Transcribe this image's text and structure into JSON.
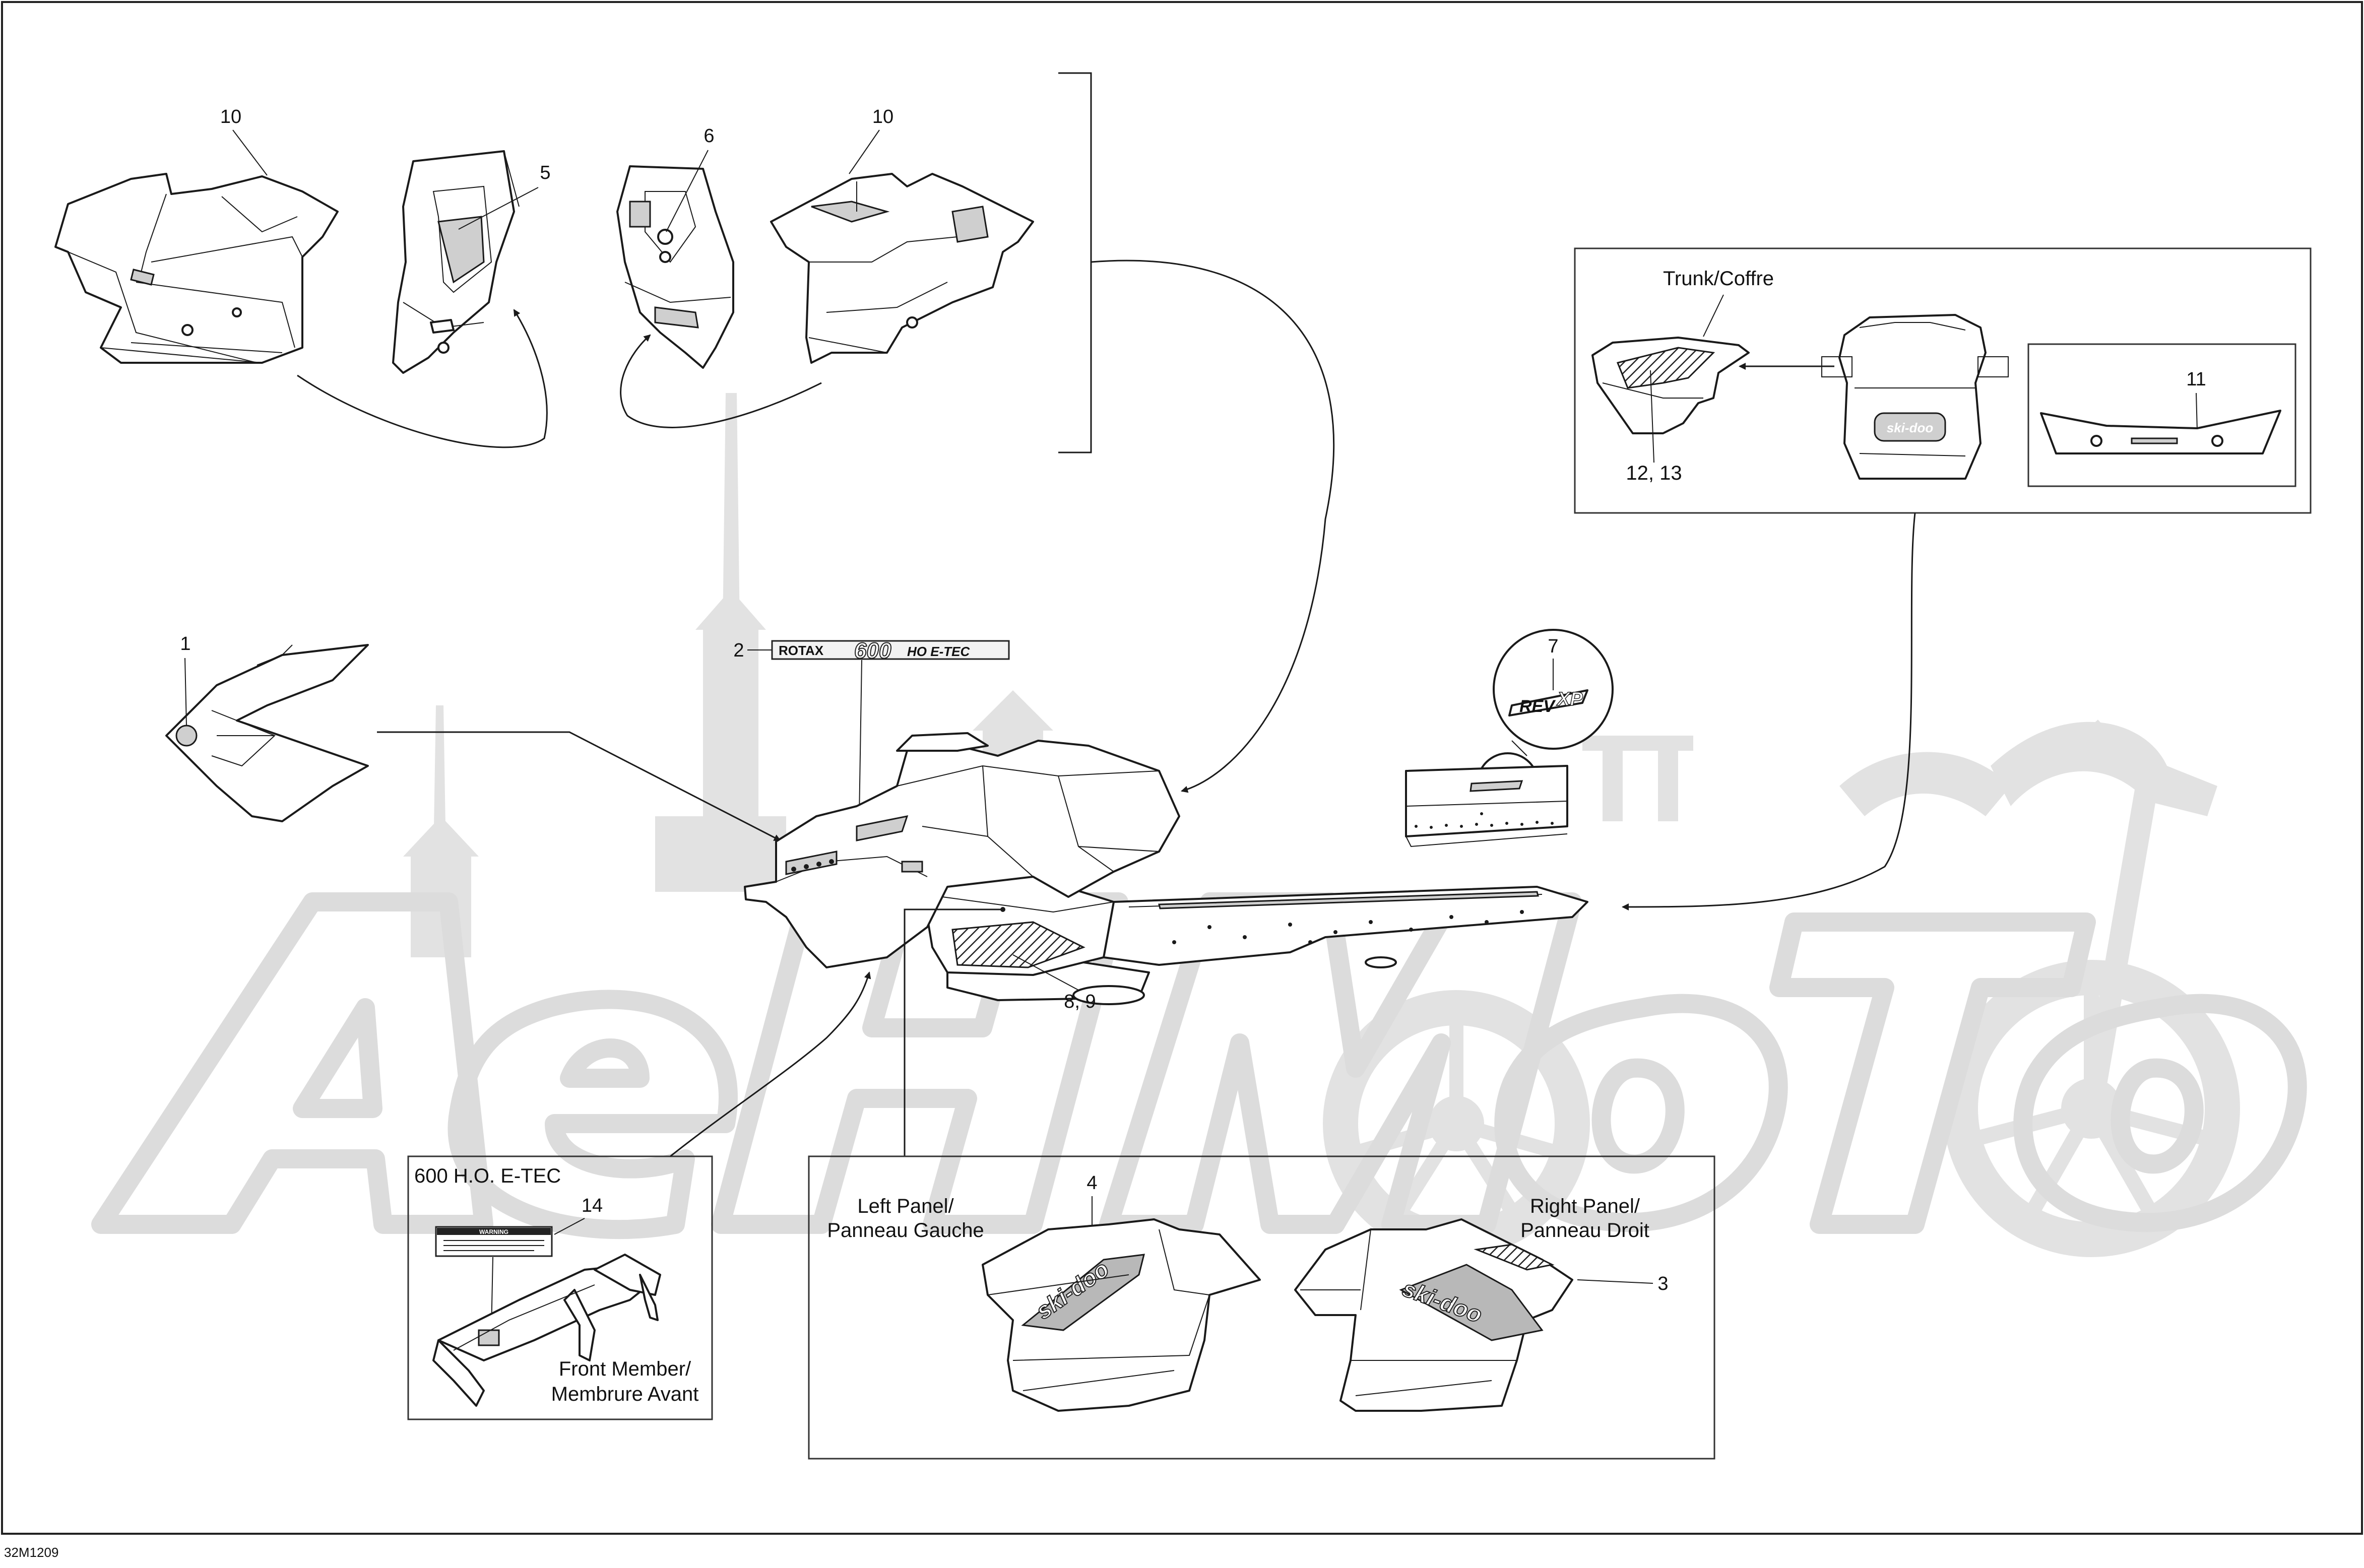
{
  "diagram": {
    "code": "32M1209",
    "watermark": "AeHMoTo",
    "callouts": {
      "c1": "1",
      "c2": "2",
      "c3": "3",
      "c4": "4",
      "c5": "5",
      "c6": "6",
      "c7": "7",
      "c8_9": "8, 9",
      "c10_left": "10",
      "c10_right": "10",
      "c11": "11",
      "c12_13": "12, 13",
      "c14": "14"
    },
    "labels": {
      "trunk": "Trunk/Coffre",
      "engine_box_title": "600 H.O. E-TEC",
      "front_member_line1": "Front Member/",
      "front_member_line2": "Membrure Avant",
      "left_panel_line1": "Left Panel/",
      "left_panel_line2": "Panneau Gauche",
      "right_panel_line1": "Right Panel/",
      "right_panel_line2": "Panneau Droit"
    },
    "decals": {
      "rotax": "ROTAX",
      "rotax_model": "600",
      "rotax_suffix": "HO E-TEC",
      "rev": "REV",
      "xp": "XP",
      "skidoo": "ski-doo",
      "warning": "WARNING"
    }
  }
}
